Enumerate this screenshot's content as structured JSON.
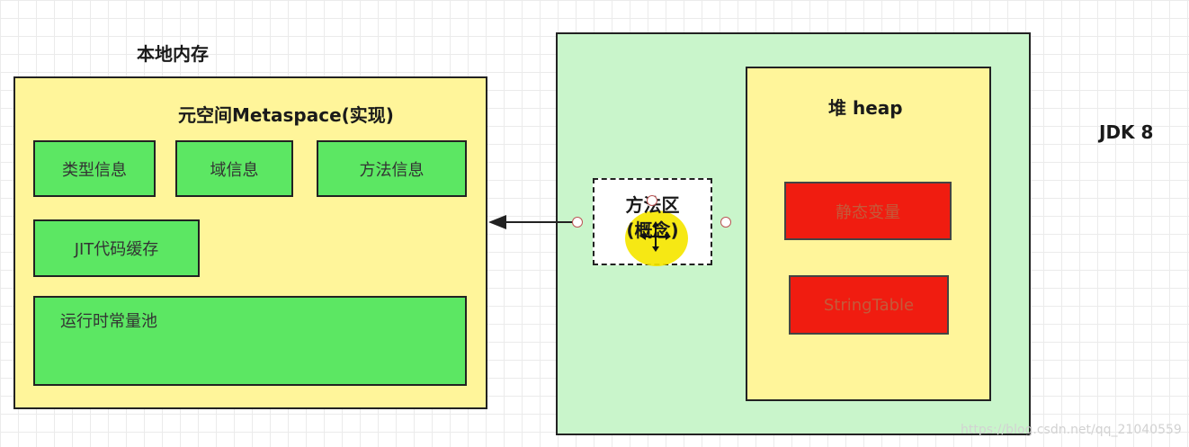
{
  "native_memory": {
    "title": "本地内存",
    "metaspace_title": "元空间Metaspace(实现)",
    "items": [
      "类型信息",
      "域信息",
      "方法信息",
      "JIT代码缓存",
      "运行时常量池"
    ]
  },
  "jvm": {
    "method_area": {
      "line1": "方法区",
      "line2": "(概念)"
    },
    "heap": {
      "title": "堆 heap",
      "items": [
        "静态变量",
        "StringTable"
      ]
    }
  },
  "version_label": "JDK 8",
  "watermark": "https://blog.csdn.net/qq_21040559",
  "colors": {
    "yellow": "#fff59a",
    "light_green": "#c9f5cb",
    "green": "#5ce763",
    "red": "#f01c10",
    "cursor_highlight": "#f5e600"
  }
}
